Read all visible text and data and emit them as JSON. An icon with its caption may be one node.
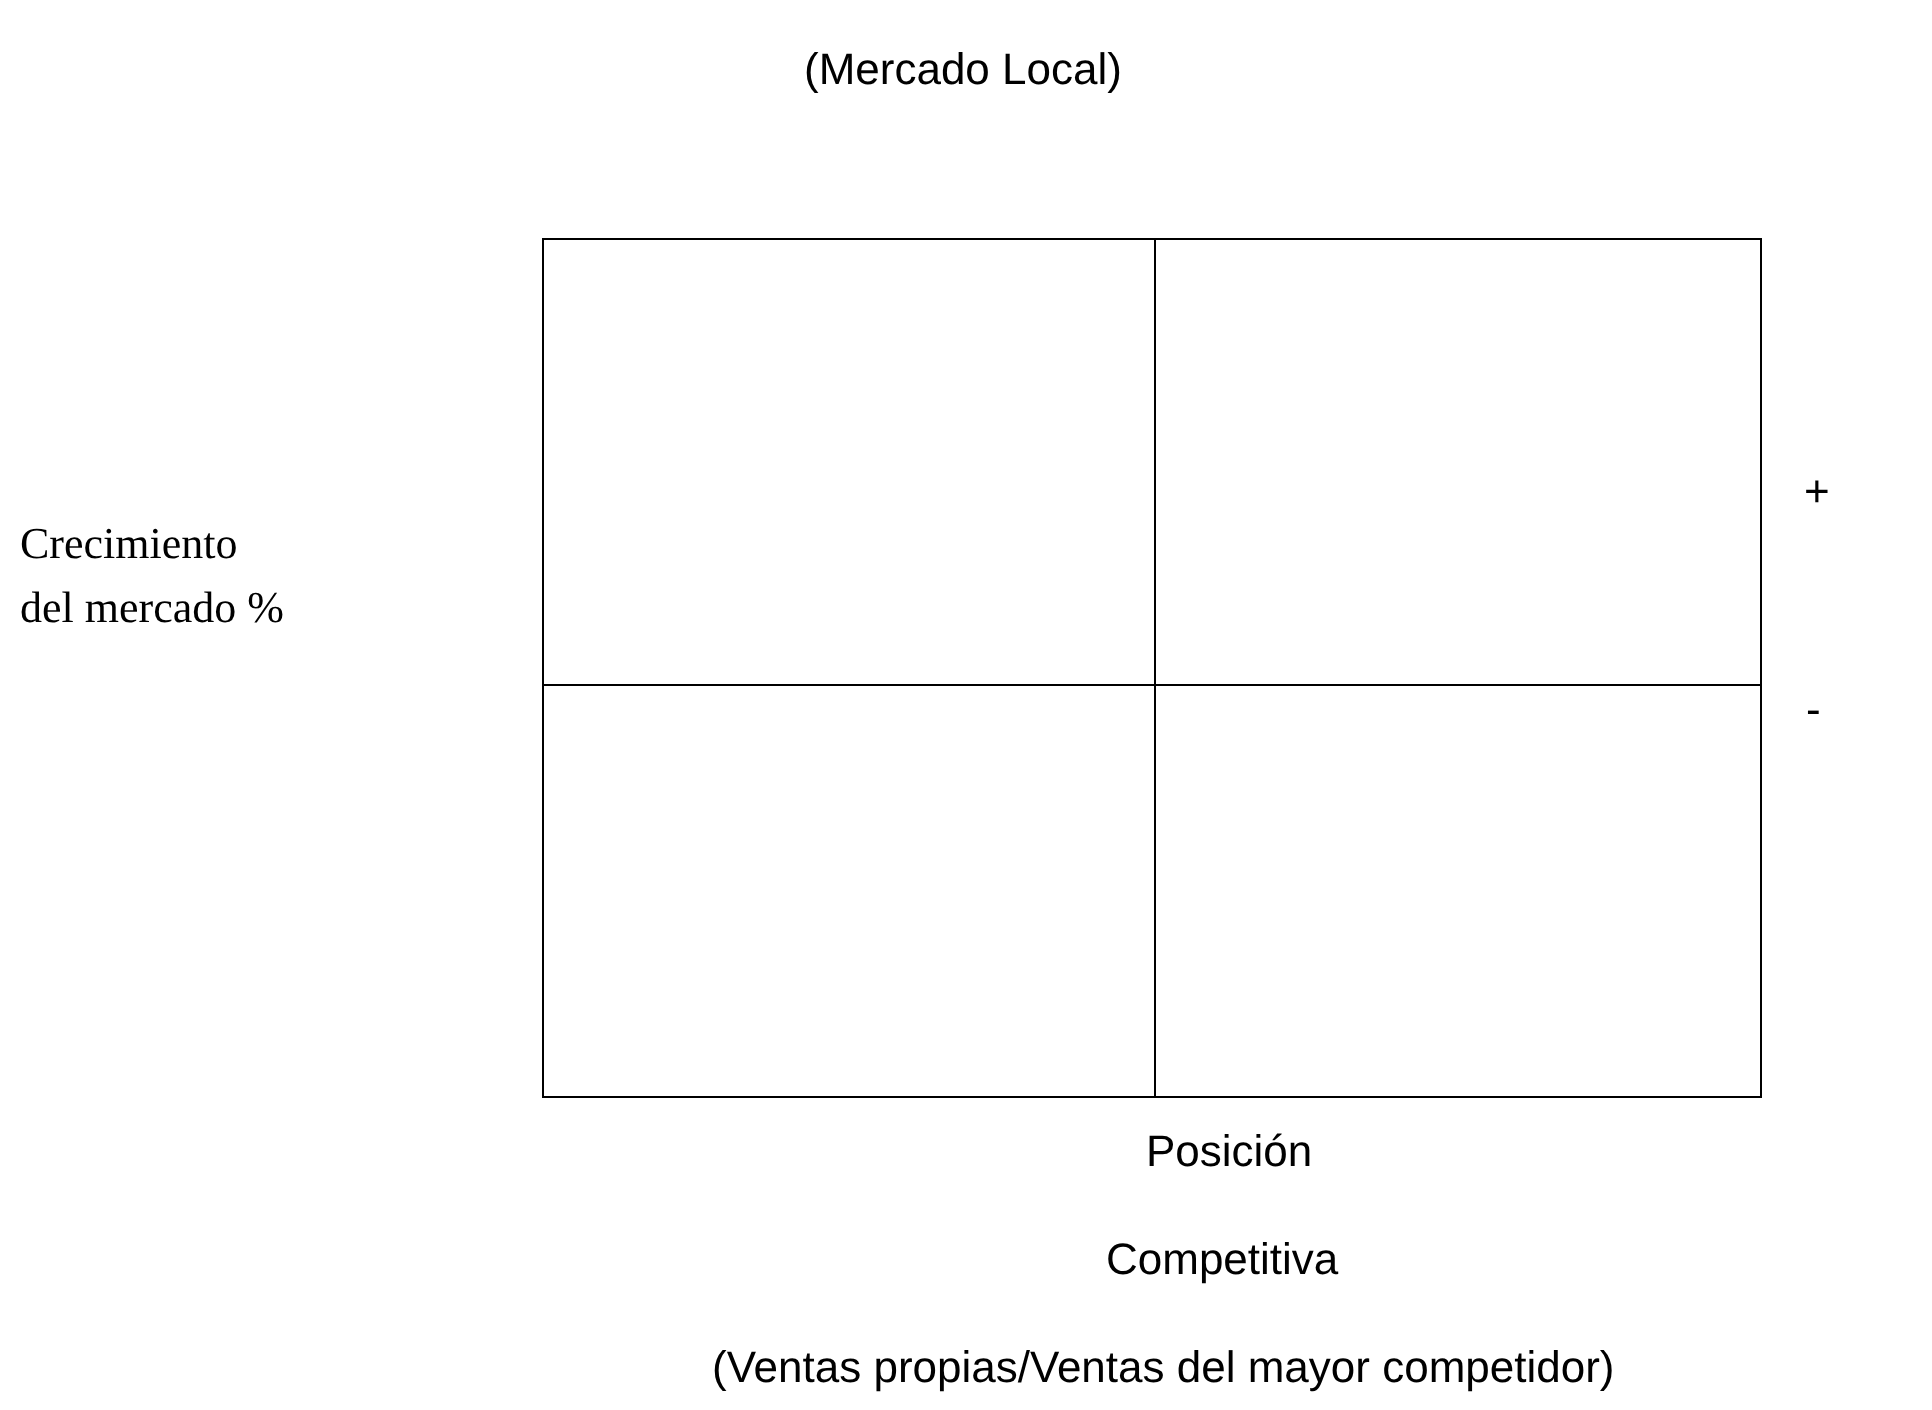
{
  "diagram": {
    "title": "(Mercado Local)",
    "nodes": [
      {
        "text": [],
        "shape": "box"
      },
      {
        "text": [],
        "shape": "box"
      },
      {
        "text": [],
        "shape": "box"
      },
      {
        "text": [],
        "shape": "box"
      }
    ],
    "labels": [
      "Crecimiento del mercado %",
      "+",
      "-",
      "Posición",
      "Competitiva",
      "(Ventas propias/Ventas del mayor competidor)"
    ]
  }
}
